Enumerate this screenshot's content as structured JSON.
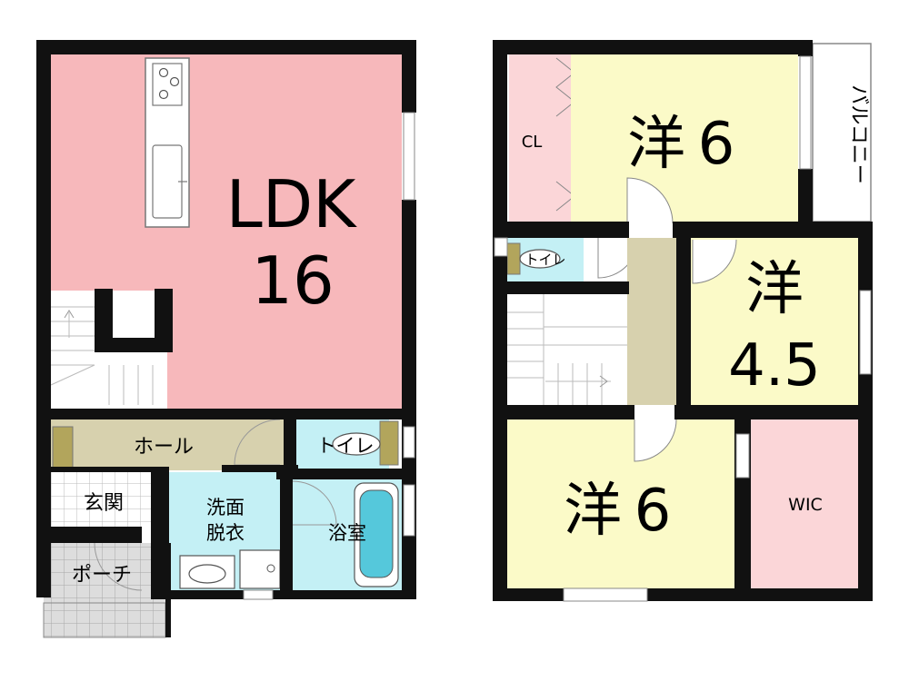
{
  "floor1": {
    "ldk": {
      "name": "LDK",
      "size": "16"
    },
    "hall": "ホール",
    "toilet": "トイレ",
    "entrance": "玄関",
    "washroom_line1": "洗面",
    "washroom_line2": "脱衣",
    "bath": "浴室",
    "porch": "ポーチ"
  },
  "floor2": {
    "room_a": {
      "kanji": "洋",
      "size": "6"
    },
    "closet": "CL",
    "balcony": "バルコニー",
    "toilet": "トイレ",
    "room_b": {
      "kanji": "洋",
      "size": "4.5"
    },
    "room_c": {
      "kanji": "洋",
      "size": "6"
    },
    "wic": "WIC"
  },
  "colors": {
    "ldk": "#f7b8bb",
    "western_room": "#fbfac8",
    "closet_pink": "#fbd6d8",
    "hall": "#d7d1ae",
    "wet_area": "#c4f0f5",
    "porch": "#dedede",
    "wall": "#111111"
  }
}
